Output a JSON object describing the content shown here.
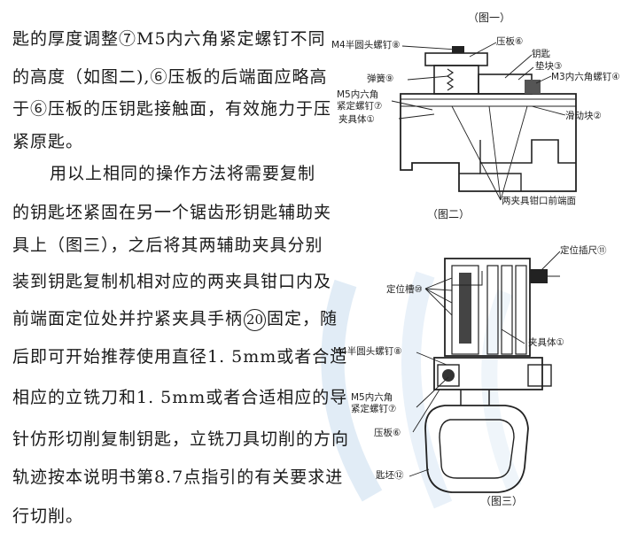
{
  "text_lines": [
    "匙的厚度调整⑦M5内六角紧定螺钉不同",
    "的高度（如图二),⑥压板的后端面应略高",
    "于⑥压板的压钥匙接触面，有效施力于压",
    "紧原匙。",
    "用以上相同的操作方法将需要复制",
    "的钥匙坯紧固在另一个锯齿形钥匙辅助夹",
    "具上（图三），之后将其两辅助夹具分别",
    "装到钥匙复制机相对应的两夹具钳口内及",
    "前端面定位处并拧紧夹具手柄",
    "固定，随",
    "后即可开始推荐使用直径1. 5mm或者合适",
    "相应的立铣刀和1. 5mm或者合适相应的导",
    "针仿形切削复制钥匙，立铣刀具切削的方向",
    "轨迹按本说明书第8.7点指引的有关要求进",
    "行切削。"
  ],
  "circled_number": "20",
  "figure1": {
    "caption": "（图一）"
  },
  "figure2": {
    "caption": "（图二）",
    "labels": {
      "m4_screw": "M4半圆头螺钉⑧",
      "pressure_plate": "压板⑥",
      "key": "钥匙",
      "spacer": "垫块③",
      "m3_screw": "M3内六角螺钉④",
      "spring": "弹簧⑨",
      "m5_screw_line1": "M5内六角",
      "m5_screw_line2": "紧定螺钉⑦",
      "clamp_body": "夹具体①",
      "slider": "滑动块②",
      "jaw_front": "两夹具钳口前端面"
    }
  },
  "figure3": {
    "caption": "（图三）",
    "labels": {
      "ruler": "定位插尺⑪",
      "slot": "定位槽⑩",
      "clamp_body": "夹具体①",
      "m4_screw": "M4半圆头螺钉⑧",
      "m5_screw_line1": "M5内六角",
      "m5_screw_line2": "紧定螺钉⑦",
      "pressure_plate": "压板⑥",
      "key_blank": "匙坯⑫"
    }
  }
}
